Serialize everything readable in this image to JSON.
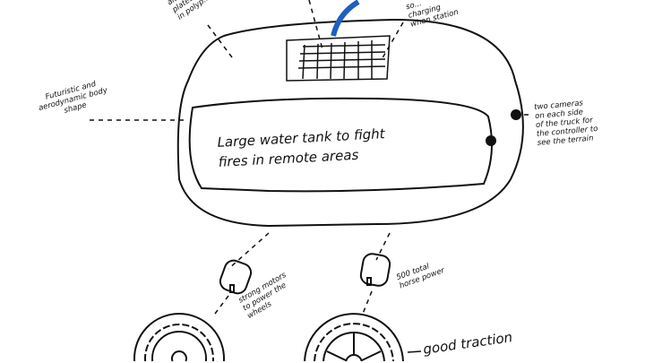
{
  "annotations": {
    "top_left": [
      "alu...",
      "plates ...",
      "in polyp..."
    ],
    "top_right": [
      "so...",
      "charging",
      "when station"
    ],
    "body_shape": [
      "Futuristic and",
      "aerodynamic body",
      "shape"
    ],
    "water_tank": [
      "Large water tank to fight",
      "fires in remote areas"
    ],
    "cameras": [
      "two cameras",
      "on each side",
      "of the truck for",
      "the controller to",
      "see the terrain"
    ],
    "motors": [
      "strong motors",
      "to power the",
      "wheels"
    ],
    "horse_power": [
      "500 total",
      "horse power"
    ],
    "traction": "good traction"
  },
  "colors": {
    "hose": "#1f5fbf",
    "ink": "#111111"
  }
}
